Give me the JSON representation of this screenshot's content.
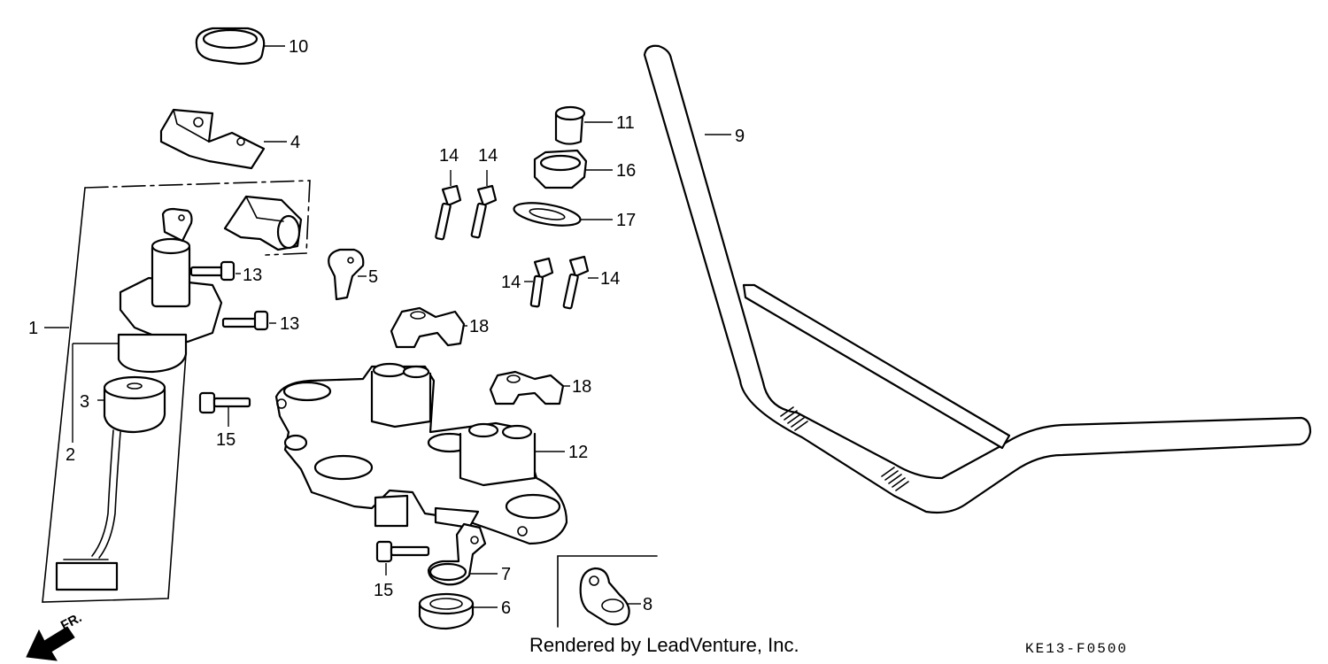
{
  "diagram": {
    "callouts": {
      "c1": "1",
      "c2": "2",
      "c3": "3",
      "c4": "4",
      "c5": "5",
      "c6": "6",
      "c7": "7",
      "c8": "8",
      "c9": "9",
      "c10": "10",
      "c11": "11",
      "c12": "12",
      "c13a": "13",
      "c13b": "13",
      "c14a": "14",
      "c14b": "14",
      "c14c": "14",
      "c14d": "14",
      "c15a": "15",
      "c15b": "15",
      "c16": "16",
      "c17": "17",
      "c18a": "18",
      "c18b": "18"
    },
    "direction_label": "FR.",
    "credit": "Rendered by LeadVenture, Inc.",
    "diagram_code": "KE13-F0500"
  }
}
